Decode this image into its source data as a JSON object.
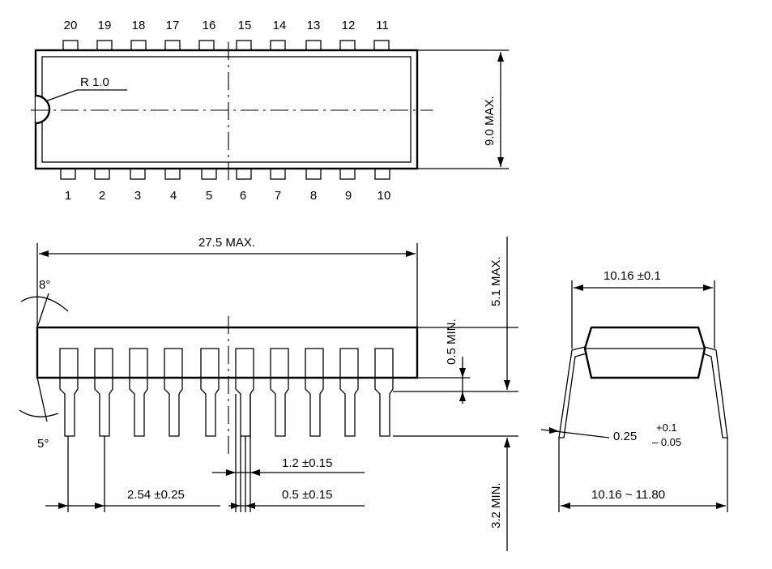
{
  "top_view": {
    "pins_top": [
      "20",
      "19",
      "18",
      "17",
      "16",
      "15",
      "14",
      "13",
      "12",
      "11"
    ],
    "pins_bottom": [
      "1",
      "2",
      "3",
      "4",
      "5",
      "6",
      "7",
      "8",
      "9",
      "10"
    ],
    "notch_radius_label": "R 1.0",
    "width_label": "9.0 MAX."
  },
  "side_view": {
    "length_label": "27.5 MAX.",
    "angle_top": "8°",
    "angle_bottom": "5°",
    "standoff_label": "0.5 MIN.",
    "height_label": "5.1 MAX.",
    "lead_length_label": "3.2 MIN.",
    "lead_width_label": "1.2 ±0.15",
    "pitch_label": "2.54 ±0.25",
    "lead_tip_label": "0.5 ±0.15"
  },
  "end_view": {
    "body_width_label": "10.16 ±0.1",
    "lead_thickness_label": "0.25",
    "lead_thickness_tol_plus": "+0.1",
    "lead_thickness_tol_minus": "– 0.05",
    "row_spacing_label": "10.16 ~ 11.80"
  }
}
